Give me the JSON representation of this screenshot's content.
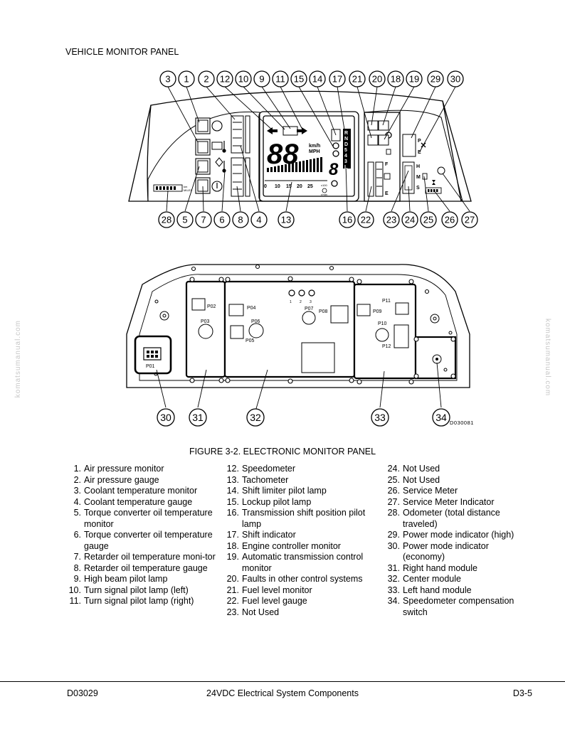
{
  "page_title": "VEHICLE MONITOR PANEL",
  "figure_caption": "FIGURE 3-2. ELECTRONIC MONITOR PANEL",
  "watermark": "komatsumanual.com",
  "callouts_top": [
    "3",
    "1",
    "2",
    "12",
    "10",
    "9",
    "11",
    "15",
    "14",
    "17",
    "21",
    "20",
    "18",
    "19",
    "29",
    "30"
  ],
  "callouts_bottom": [
    "28",
    "5",
    "7",
    "6",
    "8",
    "4",
    "13",
    "16",
    "22",
    "23",
    "24",
    "25",
    "26",
    "27"
  ],
  "callouts_module": [
    "30",
    "31",
    "32",
    "33",
    "34"
  ],
  "display": {
    "speed_digits": "88",
    "units_kmh": "km/h",
    "units_mph": "MPH",
    "gear_digit": "8",
    "tach_scale": [
      "0",
      "10",
      "15",
      "20",
      "25"
    ],
    "tach_x100": "x100",
    "tach_rpm": "r/min",
    "gear_letters": [
      "R",
      "N",
      "D",
      "5",
      "4",
      "3",
      "L"
    ],
    "fuel_full": "F",
    "fuel_empty": "E",
    "mode_p": "P",
    "mode_e": "E",
    "mode_h": "H",
    "mode_m": "M",
    "mode_s": "S",
    "odometer_label": "km\nMILES"
  },
  "modules": {
    "p01": "P01",
    "p02": "P02",
    "p03": "P03",
    "p04": "P04",
    "p05": "P05",
    "p06": "P06",
    "p07": "P07",
    "p08": "P08",
    "p09": "P09",
    "p10": "P10",
    "p11": "P11",
    "p12": "P12",
    "led_labels": [
      "1",
      "2",
      "3"
    ],
    "drawing_id": "D030081"
  },
  "legend": {
    "col1": [
      {
        "n": "1.",
        "t": "Air pressure monitor"
      },
      {
        "n": "2.",
        "t": "Air pressure gauge"
      },
      {
        "n": "3.",
        "t": "Coolant temperature monitor"
      },
      {
        "n": "4.",
        "t": "Coolant temperature gauge"
      },
      {
        "n": "5.",
        "t": "Torque converter oil temperature monitor"
      },
      {
        "n": "6.",
        "t": "Torque converter oil temperature gauge"
      },
      {
        "n": "7.",
        "t": "Retarder oil temperature moni-tor"
      },
      {
        "n": "8.",
        "t": "Retarder oil temperature gauge"
      },
      {
        "n": "9.",
        "t": "High beam pilot lamp"
      },
      {
        "n": "10.",
        "t": "Turn signal pilot lamp (left)"
      },
      {
        "n": "11.",
        "t": "Turn signal pilot lamp (right)"
      }
    ],
    "col2": [
      {
        "n": "12.",
        "t": "Speedometer"
      },
      {
        "n": "13.",
        "t": "Tachometer"
      },
      {
        "n": "14.",
        "t": "Shift limiter pilot lamp"
      },
      {
        "n": "15.",
        "t": "Lockup pilot lamp"
      },
      {
        "n": "16.",
        "t": "Transmission shift position pilot lamp"
      },
      {
        "n": "17.",
        "t": "Shift indicator"
      },
      {
        "n": "18.",
        "t": "Engine controller monitor"
      },
      {
        "n": "19.",
        "t": "Automatic transmission control monitor"
      },
      {
        "n": "20.",
        "t": "Faults in other control systems"
      },
      {
        "n": "21.",
        "t": "Fuel level monitor"
      },
      {
        "n": "22.",
        "t": "Fuel level gauge"
      },
      {
        "n": "23.",
        "t": "Not Used"
      }
    ],
    "col3": [
      {
        "n": "24.",
        "t": "Not Used"
      },
      {
        "n": "25.",
        "t": "Not Used"
      },
      {
        "n": "26.",
        "t": "Service Meter"
      },
      {
        "n": "27.",
        "t": "Service Meter Indicator"
      },
      {
        "n": "28.",
        "t": "Odometer (total distance traveled)"
      },
      {
        "n": "29.",
        "t": "Power mode indicator (high)"
      },
      {
        "n": "30.",
        "t": "Power mode indicator (economy)"
      },
      {
        "n": "31.",
        "t": "Right hand module"
      },
      {
        "n": "32.",
        "t": "Center module"
      },
      {
        "n": "33.",
        "t": "Left hand module"
      },
      {
        "n": "34.",
        "t": "Speedometer compensation switch"
      }
    ]
  },
  "footer": {
    "doc_id": "D03029",
    "section_title": "24VDC Electrical System Components",
    "page_number": "D3-5"
  }
}
